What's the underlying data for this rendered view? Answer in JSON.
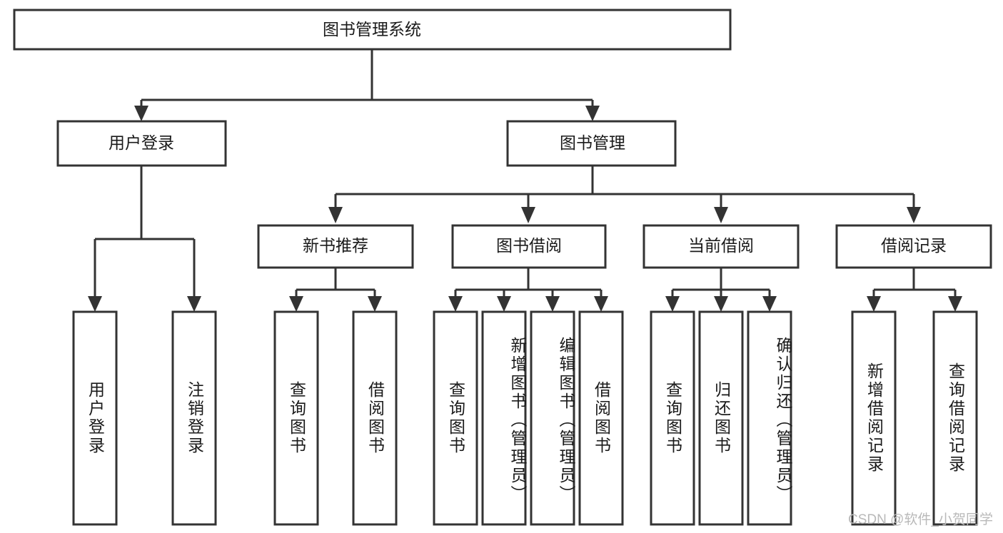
{
  "diagram": {
    "type": "tree-hierarchy",
    "title_node": "图书管理系统",
    "watermark": "CSDN @软件_小贺同学",
    "colors": {
      "box_stroke": "#333333",
      "box_fill": "#ffffff",
      "text": "#1a1a1a",
      "watermark": "#b9b9b9",
      "background": "#ffffff"
    },
    "root": {
      "label": "图书管理系统"
    },
    "level2": [
      {
        "label": "用户登录"
      },
      {
        "label": "图书管理"
      }
    ],
    "level3": [
      {
        "label": "新书推荐"
      },
      {
        "label": "图书借阅"
      },
      {
        "label": "当前借阅"
      },
      {
        "label": "借阅记录"
      }
    ],
    "leaves": {
      "user_login": [
        {
          "label": "用户登录"
        },
        {
          "label": "注销登录"
        }
      ],
      "new_book_recommend": [
        {
          "label": "查询图书"
        },
        {
          "label": "借阅图书"
        }
      ],
      "book_borrow": [
        {
          "label": "查询图书"
        },
        {
          "label": "新增图书（管理员）"
        },
        {
          "label": "编辑图书（管理员）"
        },
        {
          "label": "借阅图书"
        }
      ],
      "current_borrow": [
        {
          "label": "查询图书"
        },
        {
          "label": "归还图书"
        },
        {
          "label": "确认归还（管理员）"
        }
      ],
      "borrow_record": [
        {
          "label": "新增借阅记录"
        },
        {
          "label": "查询借阅记录"
        }
      ]
    }
  }
}
